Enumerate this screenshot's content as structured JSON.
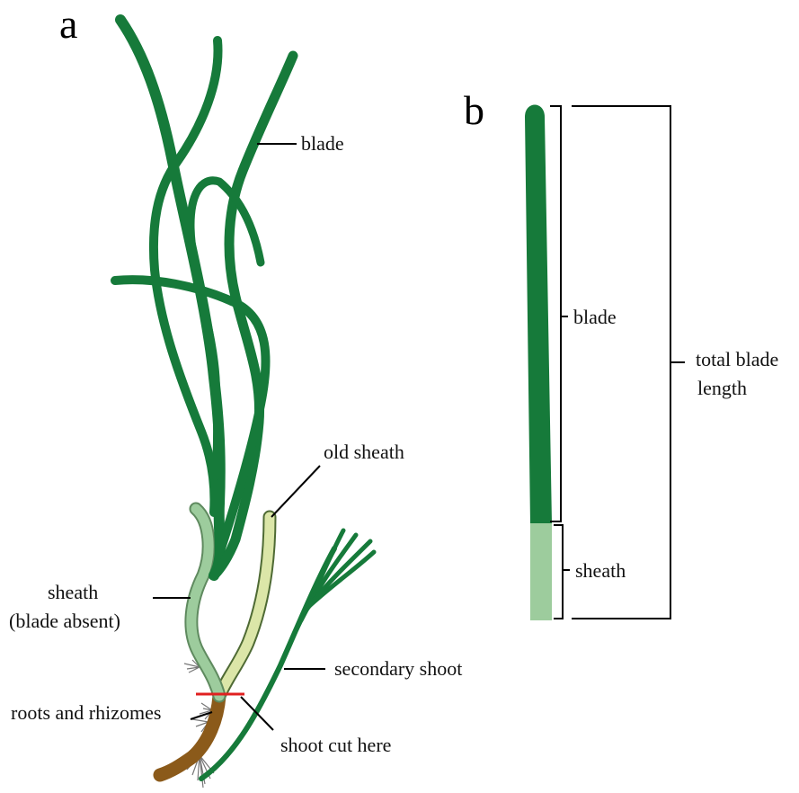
{
  "panels": {
    "a": {
      "letter": "a",
      "labels": {
        "blade": "blade",
        "old_sheath": "old sheath",
        "sheath_line1": "sheath",
        "sheath_line2": "(blade absent)",
        "secondary_shoot": "secondary shoot",
        "roots": "roots and rhizomes",
        "cut": "shoot cut here"
      }
    },
    "b": {
      "letter": "b",
      "labels": {
        "blade": "blade",
        "sheath": "sheath",
        "total_line1": "total blade",
        "total_line2": "length"
      }
    }
  },
  "colors": {
    "blade": "#167a3a",
    "blade_dark": "#0f6b30",
    "sheath": "#9dcc9d",
    "old_sheath": "#dbe6a8",
    "rhizome": "#8b5a1a",
    "cut_line": "#e02020",
    "root": "#777777"
  }
}
